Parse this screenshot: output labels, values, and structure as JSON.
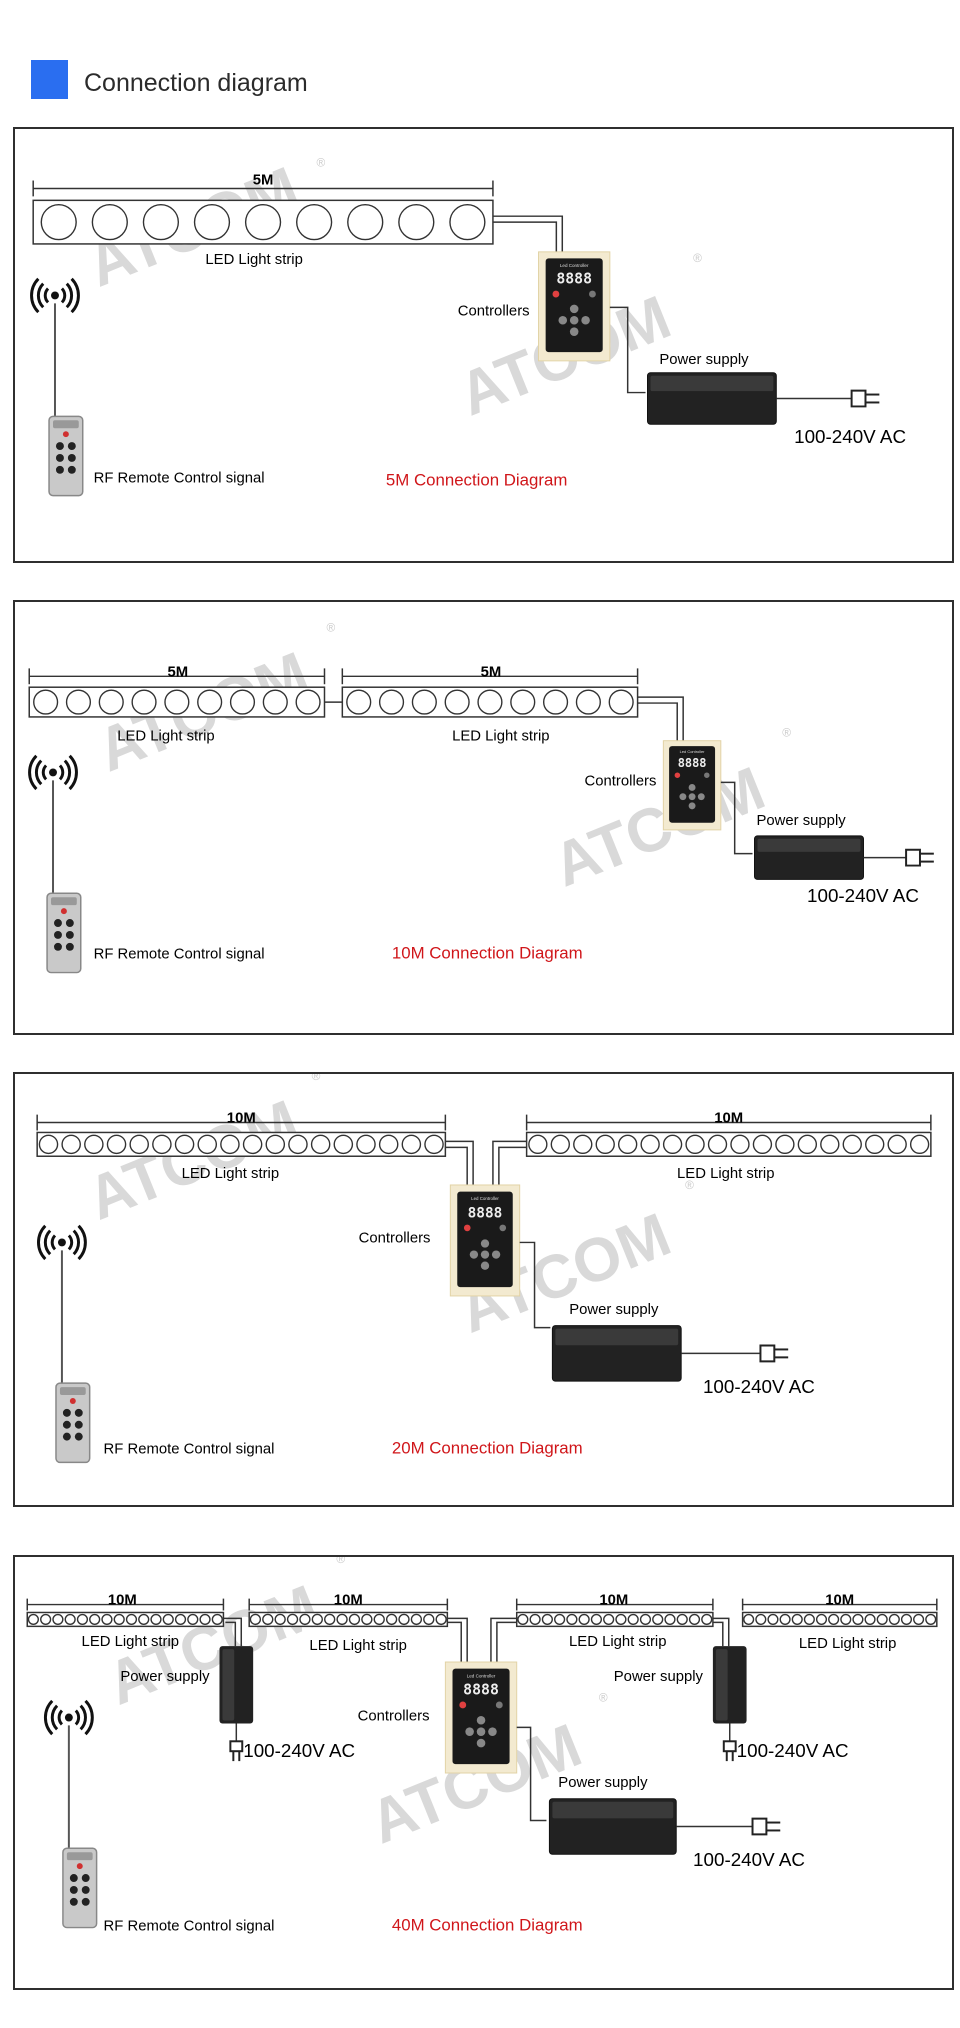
{
  "header": {
    "title": "Connection diagram"
  },
  "watermark": {
    "text": "ATCOM",
    "mark": "®"
  },
  "colors": {
    "accent_blue": "#2a6ef0",
    "caption_red": "#d0161a",
    "line": "#333333",
    "watermark": "#d9d9d9"
  },
  "common": {
    "strip_label": "LED Light strip",
    "controllers_label": "Controllers",
    "power_label": "Power supply",
    "ac_label": "100-240V  AC",
    "remote_label": "RF  Remote  Control  signal",
    "controller_screen": "8888",
    "controller_brand": "Led Controller"
  },
  "panels": [
    {
      "caption": "5M  Connection  Diagram",
      "strip_length": "5M"
    },
    {
      "caption": "10M  Connection  Diagram",
      "strip_lengths": [
        "5M",
        "5M"
      ]
    },
    {
      "caption": "20M  Connection  Diagram",
      "strip_lengths": [
        "10M",
        "10M"
      ]
    },
    {
      "caption": "40M  Connection  Diagram",
      "strip_lengths": [
        "10M",
        "10M",
        "10M",
        "10M"
      ]
    }
  ]
}
